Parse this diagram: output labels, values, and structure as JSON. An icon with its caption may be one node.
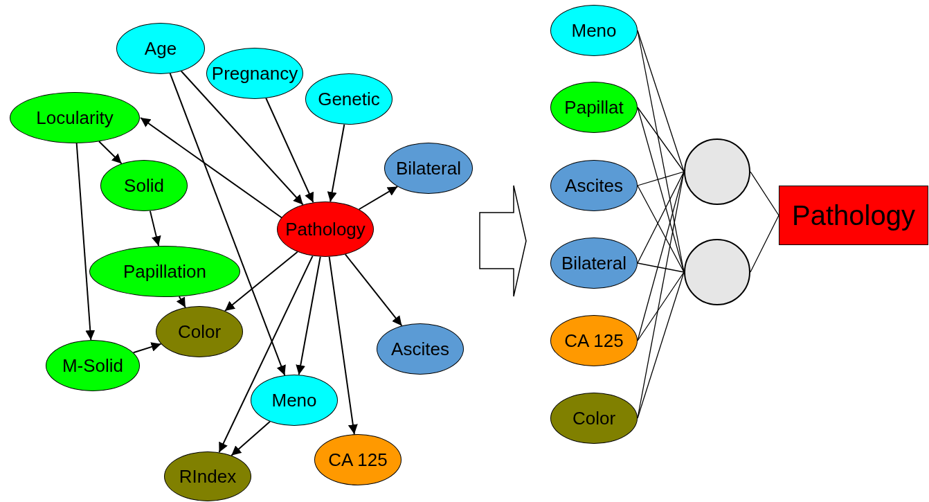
{
  "diagram": {
    "nodes": [
      {
        "text": [
          "Age"
        ]
      },
      {
        "text": [
          "Pregnancy"
        ]
      },
      {
        "text": [
          "Genetic"
        ]
      },
      {
        "text": [
          "Locularity"
        ]
      },
      {
        "text": [
          "Bilateral"
        ]
      },
      {
        "text": [
          "Solid"
        ]
      },
      {
        "text": [
          "Pathology"
        ]
      },
      {
        "text": [
          "Papillation"
        ]
      },
      {
        "text": [
          "Color"
        ]
      },
      {
        "text": [
          "M-Solid"
        ]
      },
      {
        "text": [
          "Ascites"
        ]
      },
      {
        "text": [
          "Meno"
        ]
      },
      {
        "text": [
          "RIndex"
        ]
      },
      {
        "text": [
          "CA 125"
        ]
      },
      {
        "text": [
          "Meno"
        ]
      },
      {
        "text": [
          "Papillat"
        ]
      },
      {
        "text": [
          "Ascites"
        ]
      },
      {
        "text": [
          "Bilateral"
        ]
      },
      {
        "text": [
          "CA 125"
        ]
      },
      {
        "text": [
          "Color"
        ]
      },
      {
        "text": [],
        "shape": "circle"
      },
      {
        "text": [],
        "shape": "circle"
      },
      {
        "text": [
          "Pathology"
        ]
      }
    ],
    "edges": [
      {
        "from": 0,
        "to": 6,
        "arrow": "to"
      },
      {
        "from": 0,
        "to": 11,
        "arrow": "to"
      },
      {
        "from": 1,
        "to": 6,
        "arrow": "to"
      },
      {
        "from": 2,
        "to": 6,
        "arrow": "to"
      },
      {
        "from": 6,
        "to": 3,
        "arrow": "to"
      },
      {
        "from": 6,
        "to": 4,
        "arrow": "to"
      },
      {
        "from": 3,
        "to": 5,
        "arrow": "to"
      },
      {
        "from": 3,
        "to": 9,
        "arrow": "to"
      },
      {
        "from": 5,
        "to": 7,
        "arrow": "to"
      },
      {
        "from": 7,
        "to": 8,
        "arrow": "to"
      },
      {
        "from": 9,
        "to": 8,
        "arrow": "to"
      },
      {
        "from": 6,
        "to": 8,
        "arrow": "to"
      },
      {
        "from": 6,
        "to": 12,
        "arrow": "to"
      },
      {
        "from": 6,
        "to": 11,
        "arrow": "to"
      },
      {
        "from": 6,
        "to": 13,
        "arrow": "to"
      },
      {
        "from": 6,
        "to": 10,
        "arrow": "to"
      },
      {
        "from": 11,
        "to": 12,
        "arrow": "to"
      },
      {
        "from": 14,
        "to": 20,
        "arrow": "none"
      },
      {
        "from": 14,
        "to": 21,
        "arrow": "none"
      },
      {
        "from": 15,
        "to": 20,
        "arrow": "none"
      },
      {
        "from": 15,
        "to": 21,
        "arrow": "none"
      },
      {
        "from": 16,
        "to": 20,
        "arrow": "none"
      },
      {
        "from": 16,
        "to": 21,
        "arrow": "none"
      },
      {
        "from": 17,
        "to": 20,
        "arrow": "none"
      },
      {
        "from": 17,
        "to": 21,
        "arrow": "none"
      },
      {
        "from": 18,
        "to": 20,
        "arrow": "none"
      },
      {
        "from": 18,
        "to": 21,
        "arrow": "none"
      },
      {
        "from": 19,
        "to": 20,
        "arrow": "none"
      },
      {
        "from": 19,
        "to": 21,
        "arrow": "none"
      },
      {
        "from": 20,
        "to": 22,
        "arrow": "none"
      },
      {
        "from": 21,
        "to": 22,
        "arrow": "none"
      }
    ]
  }
}
